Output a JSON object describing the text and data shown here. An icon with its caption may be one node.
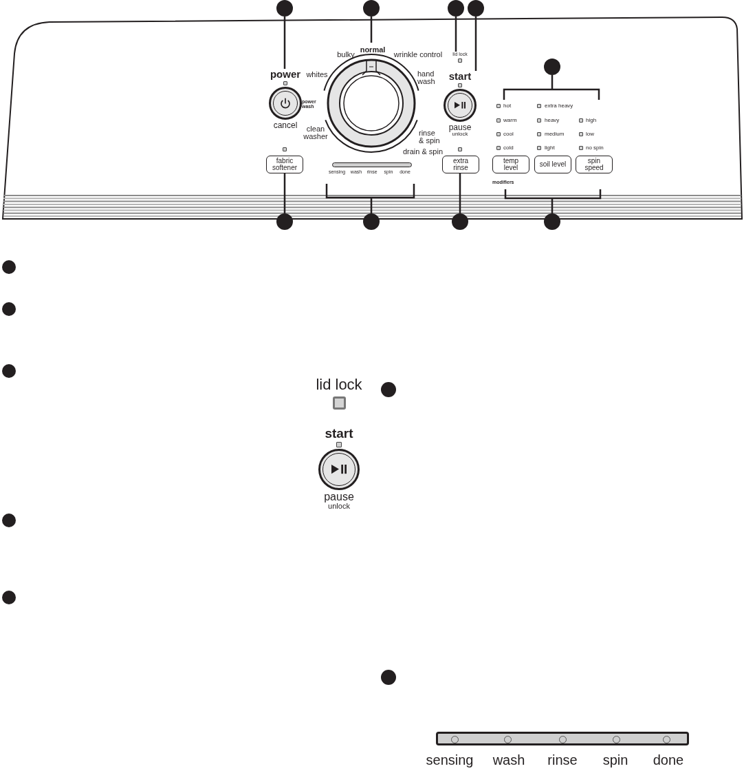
{
  "diagram": {
    "nodes": [
      {
        "text": [],
        "shape": "box"
      },
      {
        "text": [],
        "shape": "circle"
      },
      {
        "text": [],
        "shape": "circle"
      },
      {
        "text": [],
        "shape": "circle"
      },
      {
        "text": [],
        "shape": "circle"
      },
      {
        "text": [
          "power",
          "cancel"
        ],
        "in": 0
      },
      {
        "text": [],
        "shape": "circle",
        "in": 0
      },
      {
        "text": [
          "lid lock"
        ],
        "in": 0
      },
      {
        "text": [
          "start",
          "pause",
          "unlock"
        ],
        "in": 0
      },
      {
        "text": [],
        "shape": "circle",
        "in": 0
      },
      {
        "text": [
          "fabric softener"
        ],
        "in": 0
      },
      {
        "text": [
          "sensing",
          "wash",
          "rinse",
          "spin",
          "done"
        ],
        "in": 0
      },
      {
        "text": [
          "extra rinse"
        ],
        "in": 0
      },
      {
        "text": [
          "temp level"
        ],
        "in": 0
      },
      {
        "text": [
          "soil level"
        ],
        "in": 0
      },
      {
        "text": [
          "spin speed"
        ],
        "in": 0
      },
      {
        "text": [],
        "shape": "circle"
      },
      {
        "text": [],
        "shape": "circle"
      },
      {
        "text": [],
        "shape": "circle"
      },
      {
        "text": [],
        "shape": "circle"
      },
      {
        "text": [],
        "shape": "circle"
      },
      {
        "text": [],
        "shape": "circle"
      },
      {
        "text": [],
        "shape": "circle"
      },
      {
        "text": [],
        "shape": "circle"
      },
      {
        "text": [],
        "shape": "circle"
      },
      {
        "text": [
          "lid lock"
        ]
      },
      {
        "text": [],
        "shape": "circle"
      },
      {
        "text": [
          "start",
          "pause",
          "unlock"
        ]
      },
      {
        "text": [],
        "shape": "circle"
      },
      {
        "text": [
          "sensing",
          "wash",
          "rinse",
          "spin",
          "done"
        ]
      }
    ],
    "edges": [
      {
        "from": 1,
        "to": 5,
        "arrow": "none"
      },
      {
        "from": 2,
        "to": 6,
        "arrow": "none"
      },
      {
        "from": 3,
        "to": 7,
        "arrow": "none"
      },
      {
        "from": 4,
        "to": 8,
        "arrow": "none"
      },
      {
        "from": 9,
        "to": null,
        "arrow": "none"
      },
      {
        "from": 16,
        "to": 10,
        "arrow": "none"
      },
      {
        "from": 17,
        "to": 11,
        "arrow": "none"
      },
      {
        "from": 18,
        "to": 12,
        "arrow": "none"
      },
      {
        "from": 19,
        "to": null,
        "arrow": "none"
      }
    ],
    "labels": [
      "whites",
      "bulky",
      "normal",
      "wrinkle control",
      "hand wash",
      "power wash",
      "clean washer",
      "rinse & spin",
      "drain & spin",
      "hot",
      "extra heavy",
      "warm",
      "heavy",
      "high",
      "cool",
      "medium",
      "low",
      "cold",
      "light",
      "no spin",
      "modifiers"
    ]
  }
}
